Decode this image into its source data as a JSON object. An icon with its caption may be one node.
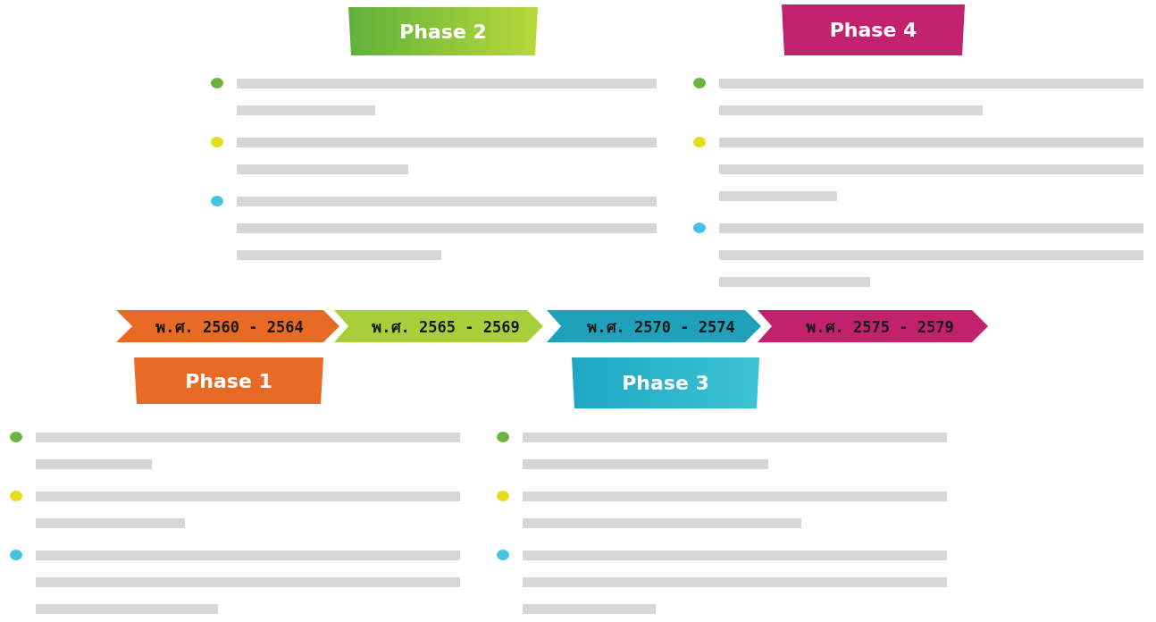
{
  "diagram": {
    "nodes": [
      {
        "text": [
          "พ.ศ. 2560 - 2564"
        ]
      },
      {
        "text": [
          "พ.ศ. 2565 - 2569"
        ]
      },
      {
        "text": [
          "พ.ศ. 2570 - 2574"
        ]
      },
      {
        "text": [
          "พ.ศ. 2575 - 2579"
        ]
      },
      {
        "text": [
          "Phase 2"
        ]
      },
      {
        "text": [
          "Phase 4"
        ]
      },
      {
        "text": [
          "Phase 1"
        ]
      },
      {
        "text": [
          "Phase 3"
        ]
      }
    ]
  }
}
